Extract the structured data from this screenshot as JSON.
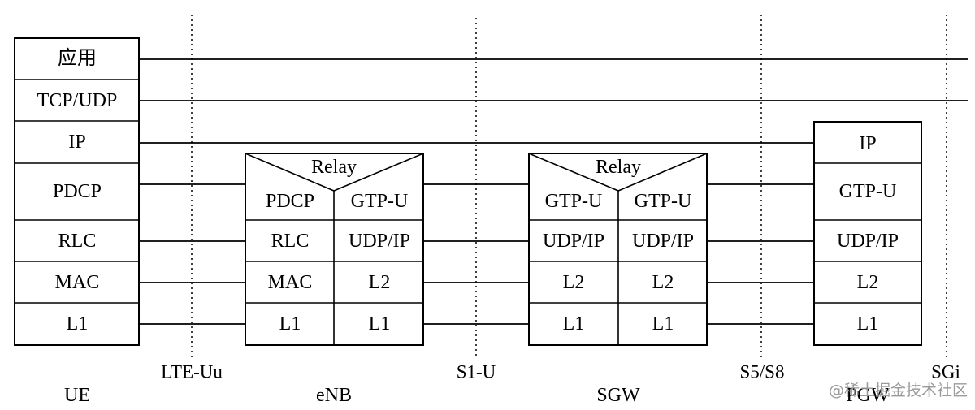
{
  "ue": {
    "name": "UE",
    "layers": [
      "应用",
      "TCP/UDP",
      "IP",
      "PDCP",
      "RLC",
      "MAC",
      "L1"
    ]
  },
  "enb": {
    "name": "eNB",
    "relay": "Relay",
    "left": [
      "PDCP",
      "RLC",
      "MAC",
      "L1"
    ],
    "right": [
      "GTP-U",
      "UDP/IP",
      "L2",
      "L1"
    ]
  },
  "sgw": {
    "name": "SGW",
    "relay": "Relay",
    "left": [
      "GTP-U",
      "UDP/IP",
      "L2",
      "L1"
    ],
    "right": [
      "GTP-U",
      "UDP/IP",
      "L2",
      "L1"
    ]
  },
  "pgw": {
    "name": "PGW",
    "layers": [
      "IP",
      "GTP-U",
      "UDP/IP",
      "L2",
      "L1"
    ]
  },
  "interfaces": [
    "LTE-Uu",
    "S1-U",
    "S5/S8",
    "SGi"
  ],
  "watermark": "@稀土掘金技术社区"
}
